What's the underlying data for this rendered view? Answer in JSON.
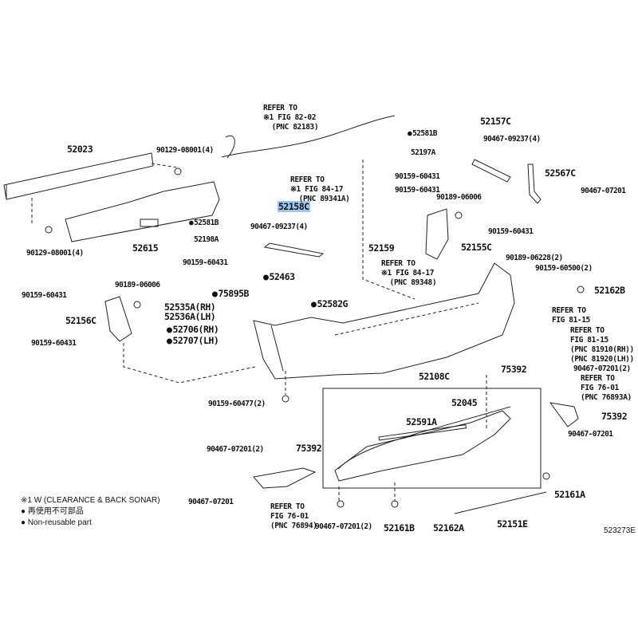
{
  "diagram": {
    "title": "Rear Bumper & Rear Bumper Cover",
    "highlight_color": "#9ec5ee",
    "figure_code": "523273E",
    "parts": {
      "p52023": "52023",
      "p90129_r": "90129-08001(4)",
      "p90129_l": "90129-08001(4)",
      "p52615": "52615",
      "p52581B_l": "52581B",
      "p52198A": "52198A",
      "p90159_60431_a": "90159-60431",
      "p52158C": "52158C",
      "p90467_09237_a": "90467-09237(4)",
      "p52463": "52463",
      "p75895B": "75895B",
      "p52582G": "52582G",
      "p52159": "52159",
      "p52581B_r": "52581B",
      "p52197A": "52197A",
      "p90159_60431_b": "90159-60431",
      "p90159_60431_c": "90159-60431",
      "p90189_06006_a": "90189-06006",
      "p52157C": "52157C",
      "p90467_09237_b": "90467-09237(4)",
      "p52567C": "52567C",
      "p90467_07201_a": "90467-07201",
      "p90159_60431_d": "90159-60431",
      "p52155C": "52155C",
      "p90189_06228": "90189-06228(2)",
      "p90159_60500": "90159-60500(2)",
      "p52162B": "52162B",
      "p90159_60431_e": "90159-60431",
      "p90189_06006_b": "90189-06006",
      "p52156C": "52156C",
      "p90159_60431_f": "90159-60431",
      "p52535A": "52535A(RH)",
      "p52536A": "52536A(LH)",
      "p52706": "52706(RH)",
      "p52707": "52707(LH)",
      "p90159_60477": "90159-60477(2)",
      "p52108C": "52108C",
      "p52045": "52045",
      "p52591A": "52591A",
      "p75392_c": "75392",
      "p90467_07201_r2": "90467-07201(2)",
      "p75392_r": "75392",
      "p90467_07201_r": "90467-07201",
      "p90467_07201_l2": "90467-07201(2)",
      "p75392_l": "75392",
      "p90467_07201_l": "90467-07201",
      "p90467_07201_b2": "90467-07201(2)",
      "p52161B": "52161B",
      "p52162A": "52162A",
      "p52151E": "52151E",
      "p52161A": "52161A"
    },
    "refs": {
      "r82183": "REFER TO\n※1 FIG 82-02\n  (PNC 82183)",
      "r89341A": "REFER TO\n※1 FIG 84-17\n  (PNC 89341A)",
      "r89348": "REFER TO\n※1 FIG 84-17\n  (PNC 89348)",
      "r8115a": "REFER TO\nFIG 81-15",
      "r8115b": "REFER TO\nFIG 81-15\n(PNC 81910(RH))\n(PNC 81920(LH))",
      "r76893A": "REFER TO\nFIG 76-01\n(PNC 76893A)",
      "r76894": "REFER TO\nFIG 76-01\n(PNC 76894)"
    },
    "legend": {
      "note1": "※1 W (CLEARANCE & BACK SONAR)",
      "jp": "● 再使用不可部品",
      "en": "● Non-reusable part"
    }
  }
}
